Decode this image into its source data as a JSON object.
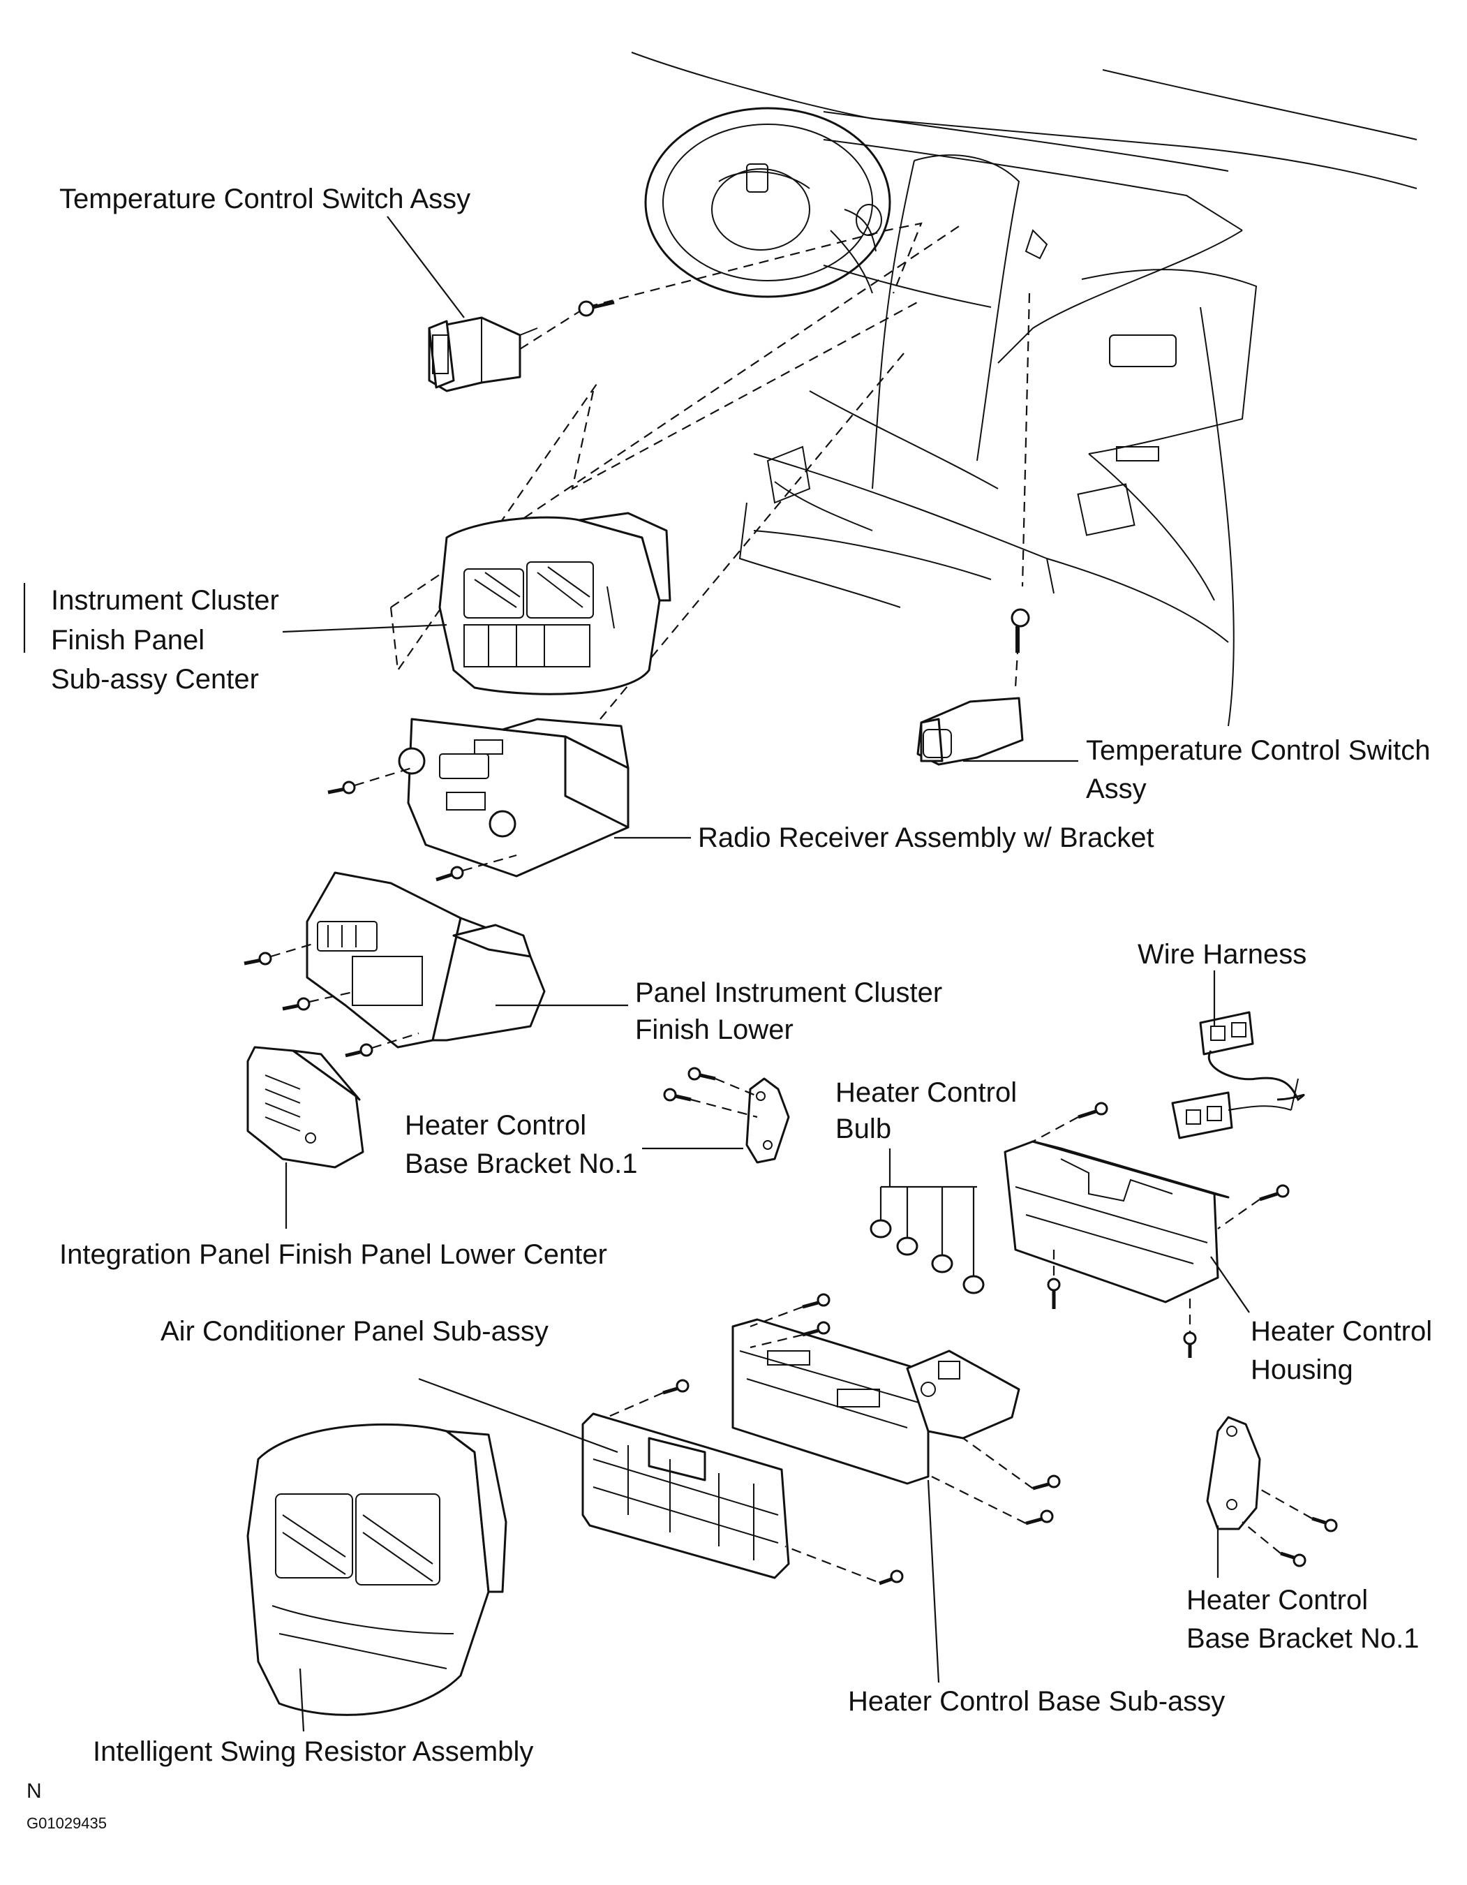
{
  "labels": {
    "temp_switch_left": "Temperature Control Switch Assy",
    "instrument_cluster_center_1": "Instrument Cluster",
    "instrument_cluster_center_2": "Finish Panel",
    "instrument_cluster_center_3": "Sub-assy Center",
    "temp_switch_right_1": "Temperature Control Switch",
    "temp_switch_right_2": "Assy",
    "radio_receiver": "Radio Receiver Assembly w/ Bracket",
    "wire_harness": "Wire Harness",
    "panel_lower_1": "Panel Instrument Cluster",
    "panel_lower_2": "Finish Lower",
    "heater_bulb_1": "Heater Control",
    "heater_bulb_2": "Bulb",
    "base_bracket_left_1": "Heater Control",
    "base_bracket_left_2": "Base Bracket No.1",
    "integration_panel": "Integration Panel Finish Panel Lower Center",
    "ac_panel": "Air Conditioner Panel Sub-assy",
    "heater_housing_1": "Heater Control",
    "heater_housing_2": "Housing",
    "base_bracket_right_1": "Heater Control",
    "base_bracket_right_2": "Base Bracket No.1",
    "heater_base": "Heater Control Base Sub-assy",
    "swing_resistor": "Intelligent Swing Resistor Assembly"
  },
  "footer": {
    "orientation_mark": "N",
    "figure_code": "G01029435"
  },
  "icons": [
    "steering-wheel-icon",
    "dashboard-outline-icon",
    "screw-icon",
    "bulb-icon",
    "connector-icon"
  ],
  "colors": {
    "ink": "#111111",
    "paper": "#ffffff"
  }
}
